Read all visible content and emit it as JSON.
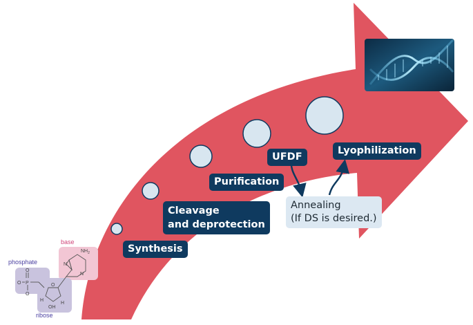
{
  "steps": {
    "synthesis": "Synthesis",
    "cleavage_line1": "Cleavage",
    "cleavage_line2": "and deprotection",
    "purification": "Purification",
    "ufdf": "UFDF",
    "lyophilization": "Lyophilization"
  },
  "annealing": {
    "line1": "Annealing",
    "line2": "(If DS is desired.)"
  },
  "molecule": {
    "phosphate": "phosphate",
    "base": "base",
    "ribose": "ribose",
    "nh2": "NH",
    "nh2_sub": "2",
    "oh": "OH",
    "p": "P",
    "o": "O",
    "n": "N",
    "h": "H"
  },
  "colors": {
    "arrow": "#e05560",
    "label_bg": "#0f3a5f",
    "circle_fill": "#d8e6f0",
    "circle_stroke": "#0f3a5f",
    "phosphate_box": "#c9c3de",
    "base_box": "#f2c6d4",
    "ribose_box": "#c9c3de"
  },
  "icons": [
    "dna-helix-image",
    "arrow-right-icon",
    "curved-arrow-down-icon",
    "curved-arrow-up-icon"
  ]
}
